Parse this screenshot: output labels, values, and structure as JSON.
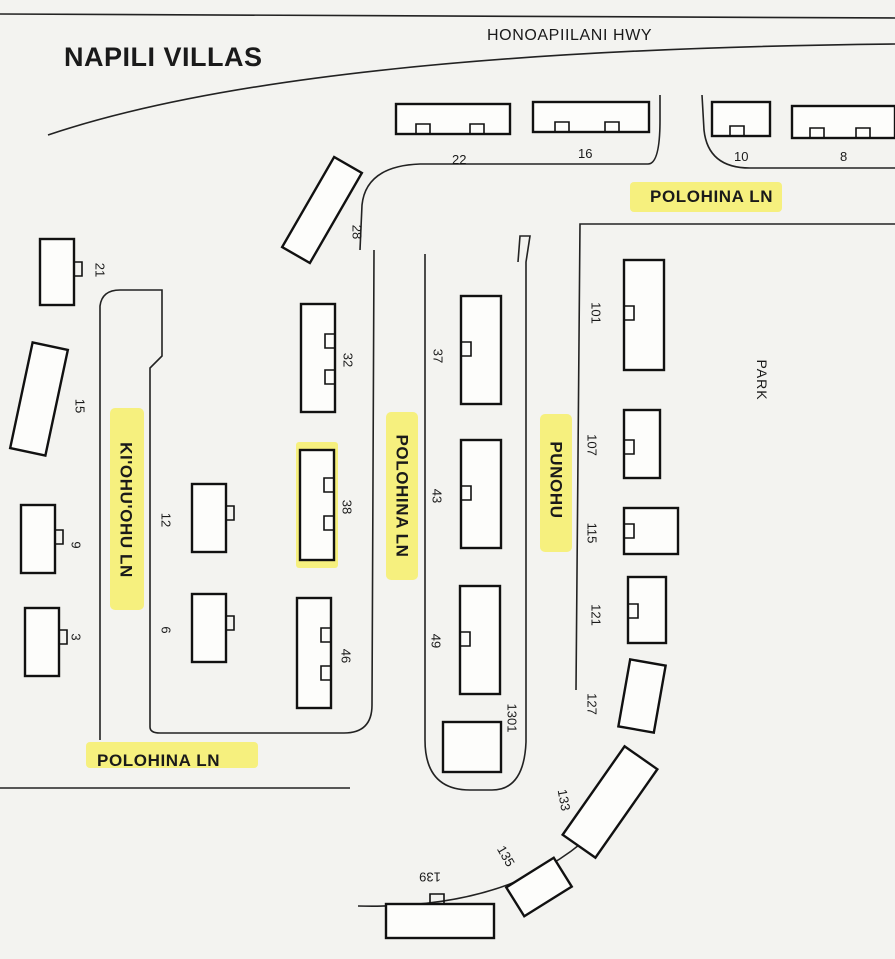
{
  "map": {
    "title": "NAPILI VILLAS",
    "roads": {
      "highway": "HONOAPIILANI HWY",
      "polohina_top": "POLOHINA LN",
      "polohina_mid": "POLOHINA LN",
      "polohina_bottom": "POLOHINA LN",
      "kiohuohu": "KI'OHU'OHU LN",
      "punohu": "PUNOHU"
    },
    "park": "PARK",
    "highlighted_building": "38",
    "highlight_color": "#f6ee6a",
    "buildings": {
      "b22": "22",
      "b16": "16",
      "b10": "10",
      "b8": "8",
      "b28": "28",
      "b21": "21",
      "b15": "15",
      "b9": "9",
      "b3": "3",
      "b12": "12",
      "b6": "6",
      "b32": "32",
      "b38": "38",
      "b46": "46",
      "b37": "37",
      "b43": "43",
      "b49": "49",
      "b1301": "1301",
      "b101": "101",
      "b107": "107",
      "b115": "115",
      "b121": "121",
      "b127": "127",
      "b133": "133",
      "b135": "135",
      "b139": "139"
    }
  }
}
